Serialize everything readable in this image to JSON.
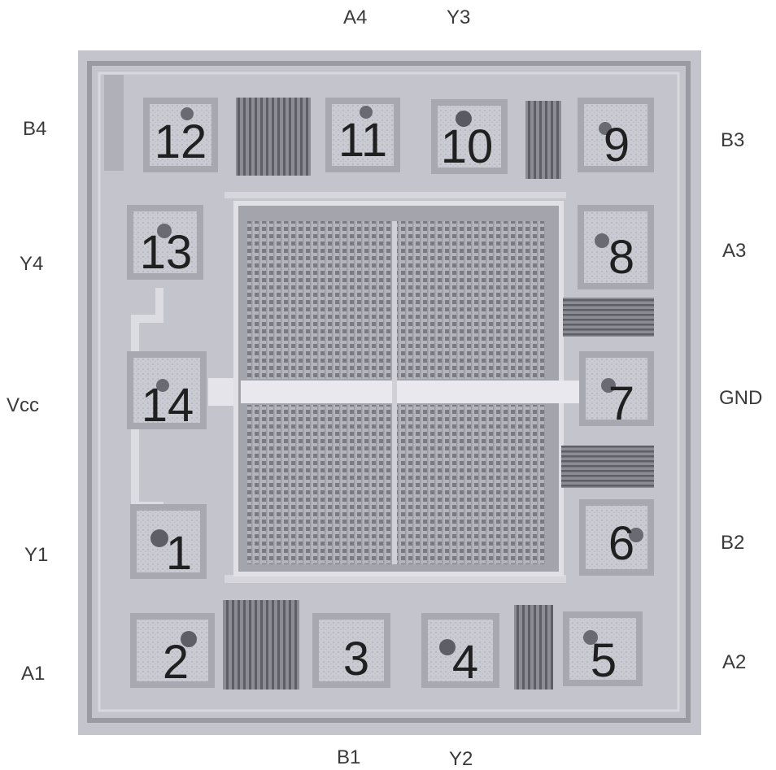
{
  "pins": [
    {
      "number": "1",
      "signal": "Y1"
    },
    {
      "number": "2",
      "signal": "A1"
    },
    {
      "number": "3",
      "signal": "B1"
    },
    {
      "number": "4",
      "signal": "Y2"
    },
    {
      "number": "5",
      "signal": "A2"
    },
    {
      "number": "6",
      "signal": "B2"
    },
    {
      "number": "7",
      "signal": "GND"
    },
    {
      "number": "8",
      "signal": "A3"
    },
    {
      "number": "9",
      "signal": "B3"
    },
    {
      "number": "10",
      "signal": "Y3"
    },
    {
      "number": "11",
      "signal": "A4"
    },
    {
      "number": "12",
      "signal": "B4"
    },
    {
      "number": "13",
      "signal": "Y4"
    },
    {
      "number": "14",
      "signal": "Vcc"
    }
  ],
  "colors": {
    "die_background": "#c4c4cc",
    "die_border": "#9a9aa2",
    "pad_frame": "#a8a8b0",
    "pad_fill": "#c8c8d0",
    "circuit_dark": "#6e6e76",
    "label_text": "#3a3a3a"
  }
}
